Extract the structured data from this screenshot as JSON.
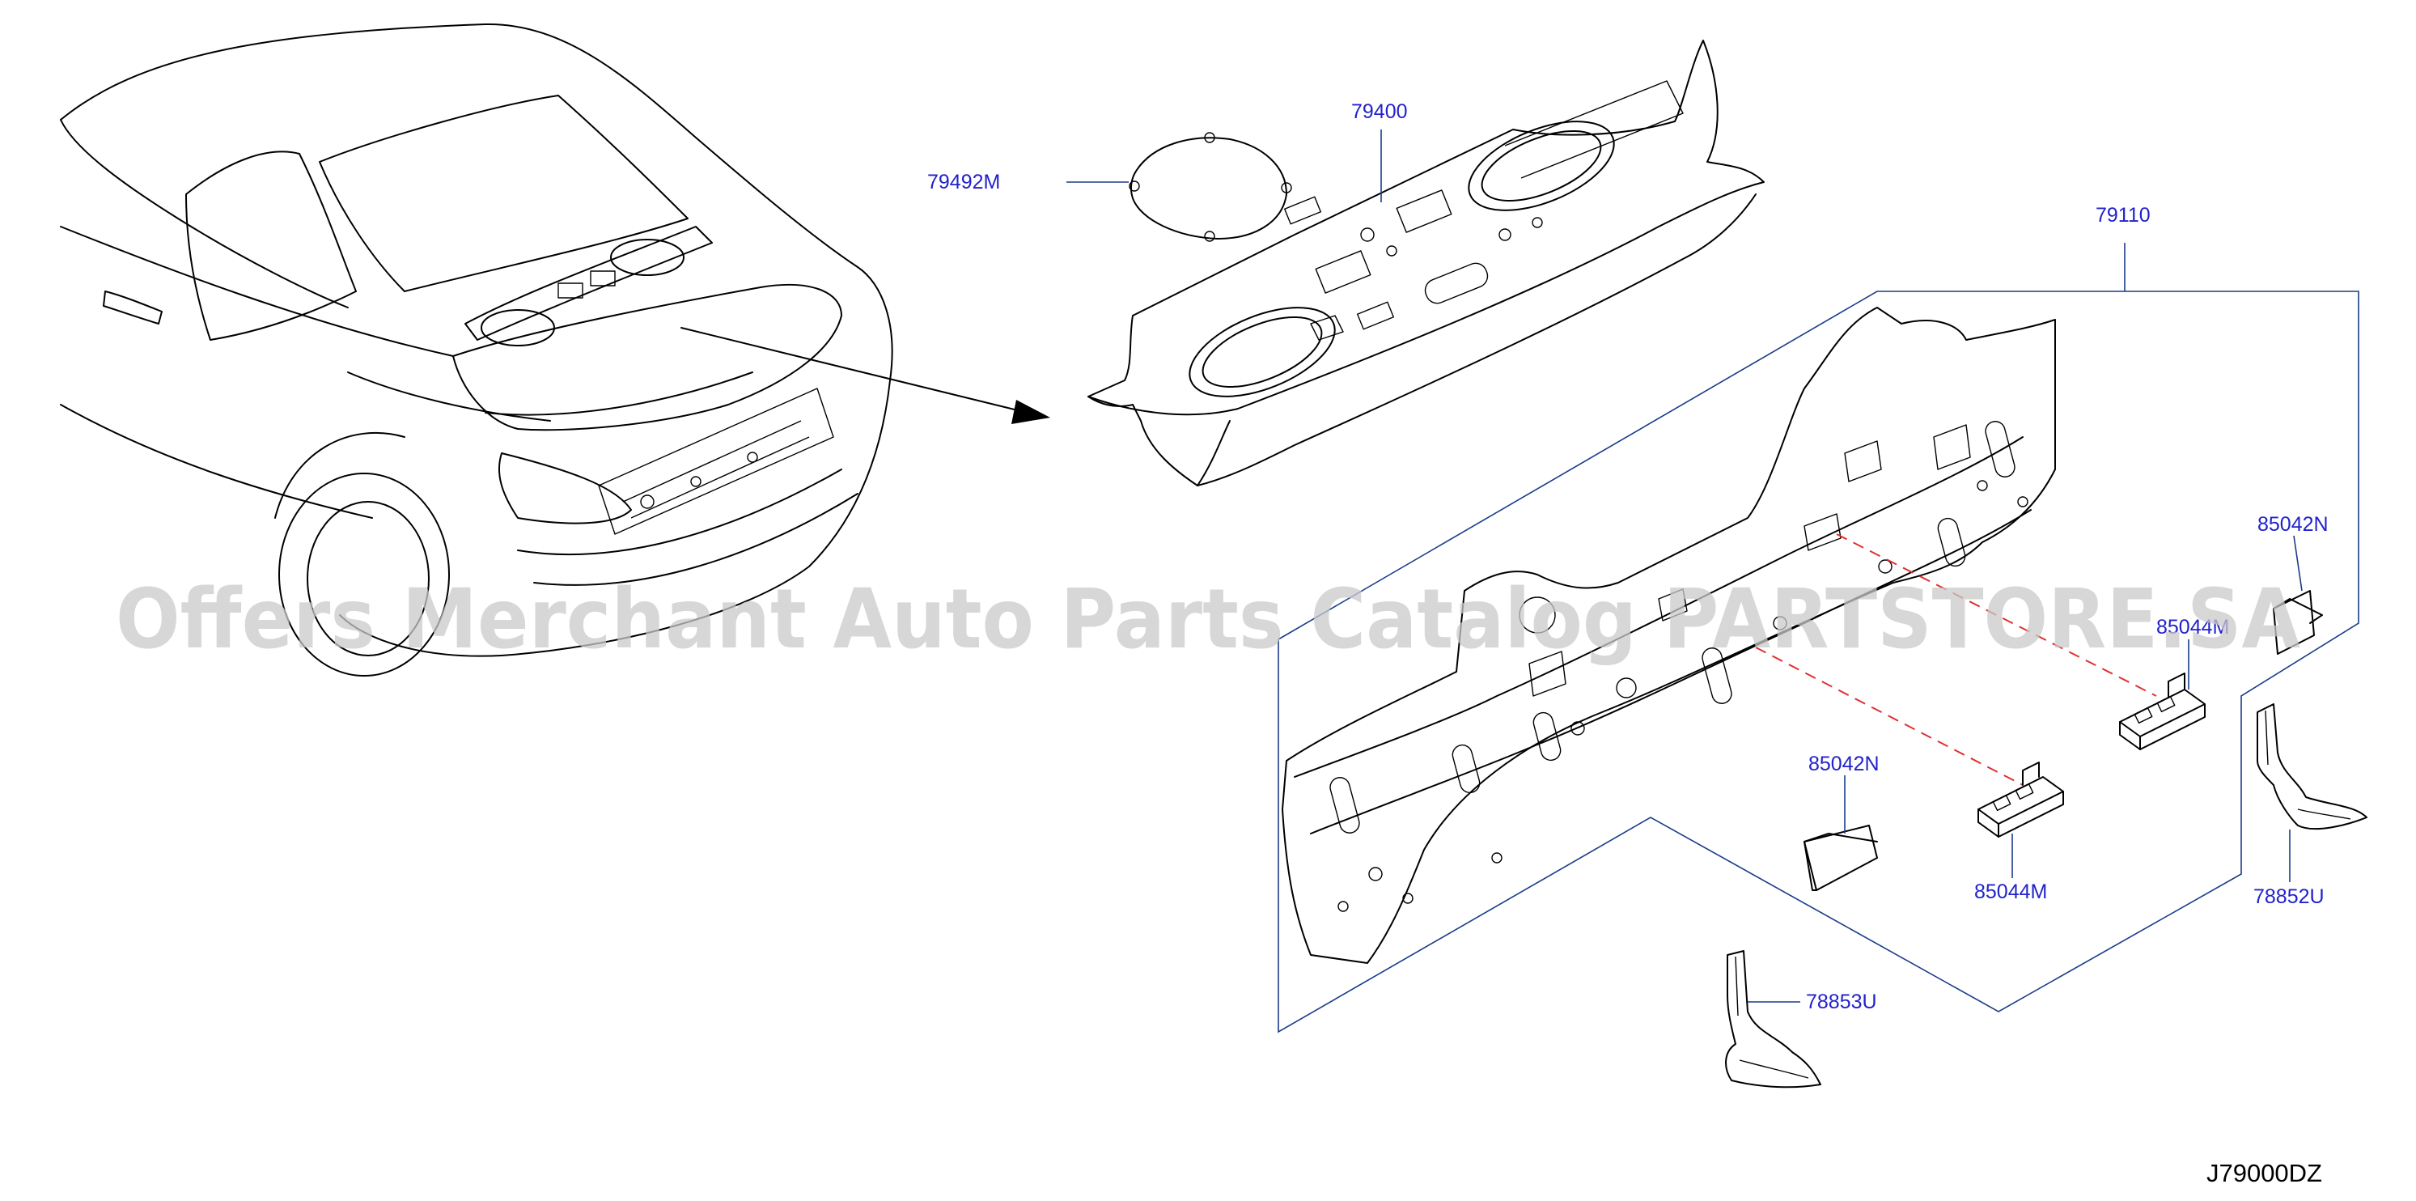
{
  "diagram": {
    "part_labels": [
      {
        "id": "p79400",
        "text": "79400"
      },
      {
        "id": "p79492M",
        "text": "79492M"
      },
      {
        "id": "p79110",
        "text": "79110"
      },
      {
        "id": "p85042N_a",
        "text": "85042N"
      },
      {
        "id": "p85044M_a",
        "text": "85044M"
      },
      {
        "id": "p85042N_b",
        "text": "85042N"
      },
      {
        "id": "p85044M_b",
        "text": "85044M"
      },
      {
        "id": "p78852U",
        "text": "78852U"
      },
      {
        "id": "p78853U",
        "text": "78853U"
      }
    ],
    "reference_code": "J79000DZ",
    "watermark": "Offers Merchant Auto Parts Catalog PARTSTORE.SA",
    "colors": {
      "label_blue": "#2222cc",
      "leader_blue": "#1a3c8a",
      "dash_red": "#e03030",
      "line_art": "#000000",
      "watermark_grey": "#c9c9c9"
    }
  }
}
